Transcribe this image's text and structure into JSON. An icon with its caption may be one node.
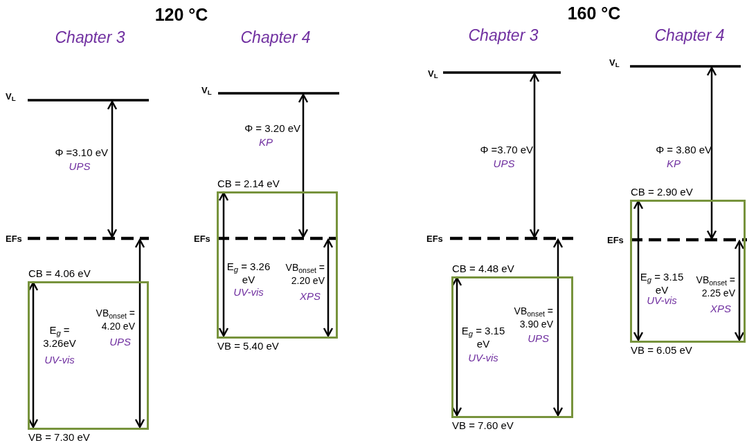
{
  "diagram": {
    "nodes": [
      {
        "text": [
          "E$_{g}$ = 3.26eV",
          "UV-vis",
          "VB$_{onset}$ = 4.20 eV",
          "UPS"
        ],
        "beside": [
          "CB = 4.06 eV",
          "VB = 7.30 eV"
        ]
      },
      {
        "text": [
          "E$_{g}$ = 3.26 eV",
          "UV-vis",
          "VB$_{onset}$ = 2.20 eV",
          "XPS"
        ],
        "beside": [
          "CB = 2.14 eV",
          "VB = 5.40 eV"
        ]
      },
      {
        "text": [
          "E$_{g}$ = 3.15 eV",
          "UV-vis",
          "VB$_{onset}$ = 3.90 eV",
          "UPS"
        ],
        "beside": [
          "CB = 4.48 eV",
          "VB = 7.60 eV"
        ]
      },
      {
        "text": [
          "E$_{g}$ = 3.15 eV",
          "UV-vis",
          "VB$_{onset}$ = 2.25 eV",
          "XPS"
        ],
        "beside": [
          "CB = 2.90 eV",
          "VB = 6.05 eV"
        ]
      }
    ],
    "edges": [],
    "labels": [
      "120 °C",
      "Chapter 3",
      "Chapter 4",
      "160 °C",
      "Chapter 3",
      "Chapter 4",
      "V$_{L}$",
      "Φ =3.10 eV",
      "UPS",
      "EFs",
      "V$_{L}$",
      "Φ = 3.20 eV",
      "KP",
      "EFs",
      "V$_{L}$",
      "Φ =3.70 eV",
      "UPS",
      "EFs",
      "V$_{L}$",
      "Φ = 3.80 eV",
      "KP",
      "EFs"
    ]
  }
}
